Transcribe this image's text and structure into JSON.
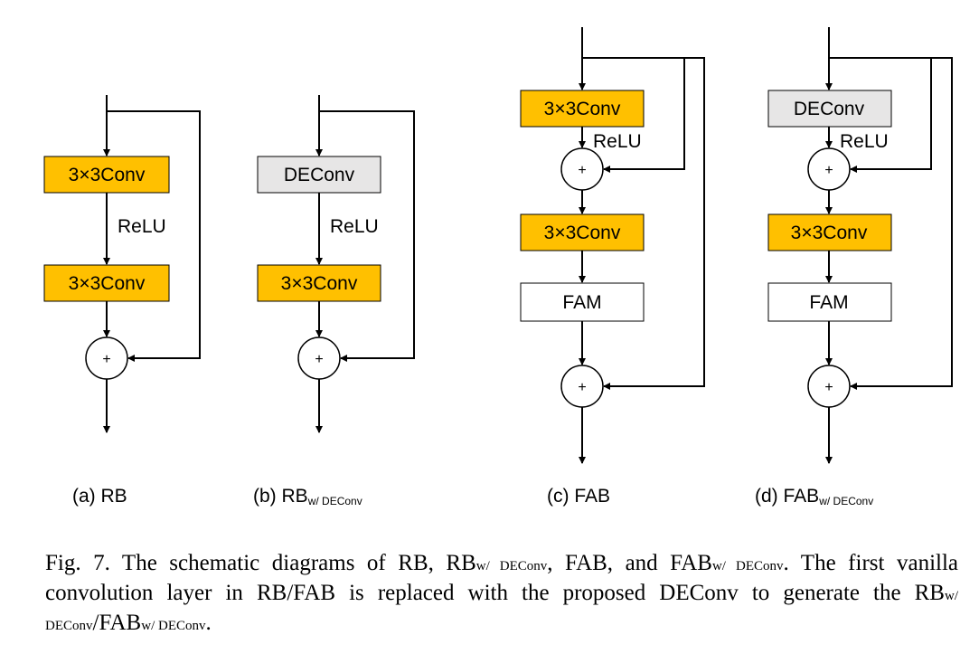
{
  "colors": {
    "conv": "#FFC000",
    "deconv": "#E7E6E6",
    "fam": "#FFFFFF",
    "stroke": "#000000"
  },
  "diagrams": [
    {
      "id": "a",
      "label": "(a) RB",
      "label_sub": "",
      "blocks": [
        "3×3Conv",
        "3×3Conv"
      ],
      "activation": "ReLU",
      "sum": "+"
    },
    {
      "id": "b",
      "label": "(b) RB",
      "label_sub": "w/ DEConv",
      "blocks": [
        "DEConv",
        "3×3Conv"
      ],
      "activation": "ReLU",
      "sum": "+"
    },
    {
      "id": "c",
      "label": "(c) FAB",
      "label_sub": "",
      "blocks": [
        "3×3Conv",
        "3×3Conv",
        "FAM"
      ],
      "activation": "ReLU",
      "sum": "+"
    },
    {
      "id": "d",
      "label": "(d) FAB",
      "label_sub": "w/ DEConv",
      "blocks": [
        "DEConv",
        "3×3Conv",
        "FAM"
      ],
      "activation": "ReLU",
      "sum": "+"
    }
  ],
  "caption": {
    "p1": "Fig. 7.  The schematic diagrams of RB, RB",
    "s1": "w/ DEConv",
    "p2": ", FAB, and FAB",
    "s2": "w/ DEConv",
    "p3": ". The first vanilla convolution layer in RB/FAB is replaced with the proposed DEConv to generate the RB",
    "s3": "w/ DEConv",
    "p4": "/FAB",
    "s4": "w/ DEConv",
    "p5": "."
  }
}
